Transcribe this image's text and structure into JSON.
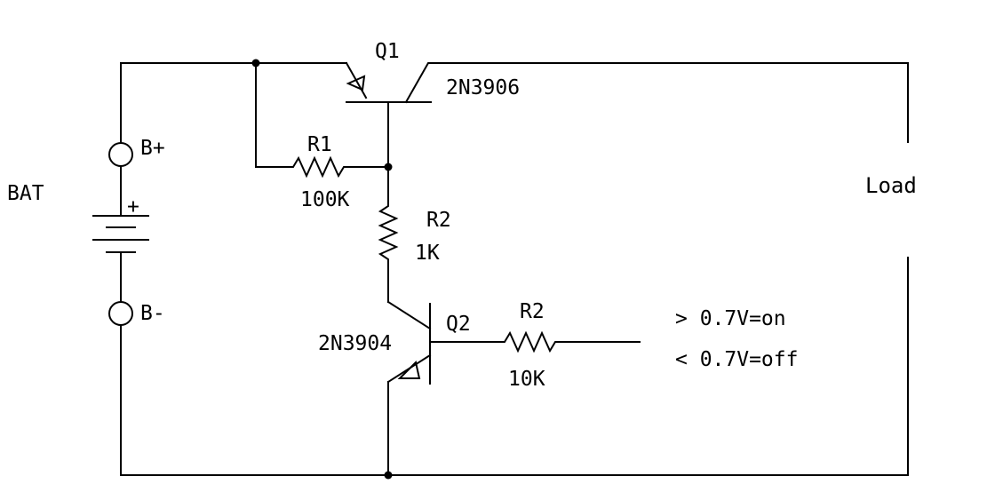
{
  "battery": {
    "name": "BAT",
    "pos_terminal": "B+",
    "neg_terminal": "B-",
    "plus_sign": "+"
  },
  "q1": {
    "designator": "Q1",
    "part": "2N3906"
  },
  "q2": {
    "designator": "Q2",
    "part": "2N3904"
  },
  "r1": {
    "designator": "R1",
    "value": "100K"
  },
  "r2_collector": {
    "designator": "R2",
    "value": "1K"
  },
  "r2_base": {
    "designator": "R2",
    "value": "10K"
  },
  "load": {
    "label": "Load"
  },
  "control": {
    "on_text": "> 0.7V=on",
    "off_text": "< 0.7V=off"
  }
}
